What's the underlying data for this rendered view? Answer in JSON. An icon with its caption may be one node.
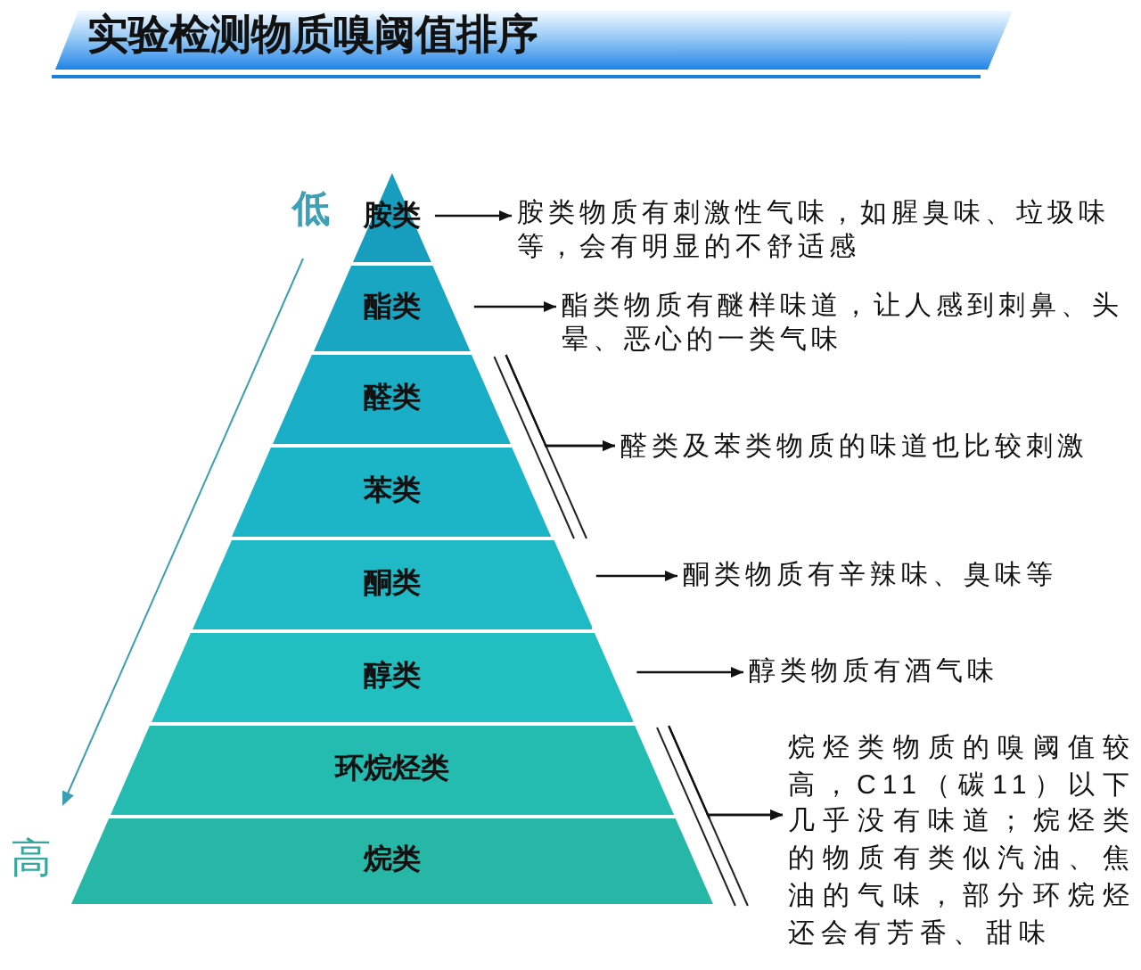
{
  "diagram": {
    "title": "实验检测物质嗅阈值排序",
    "nodes": [
      {
        "text": [
          "胺类"
        ]
      },
      {
        "text": [
          "酯类"
        ]
      },
      {
        "text": [
          "醛类"
        ]
      },
      {
        "text": [
          "苯类"
        ]
      },
      {
        "text": [
          "酮类"
        ]
      },
      {
        "text": [
          "醇类"
        ]
      },
      {
        "text": [
          "环烷烃类"
        ]
      },
      {
        "text": [
          "烷类"
        ]
      },
      {
        "text": [
          "胺类物质有刺激性气味，如腥臭味、垃圾味等，会有明显的不舒适感"
        ]
      },
      {
        "text": [
          "酯类物质有醚样味道，让人感到刺鼻、头晕、恶心的一类气味"
        ]
      },
      {
        "text": [
          "醛类及苯类物质的味道也比较刺激"
        ]
      },
      {
        "text": [
          "酮类物质有辛辣味、臭味等"
        ]
      },
      {
        "text": [
          "醇类物质有酒气味"
        ]
      },
      {
        "text": [
          "烷烃类物质的嗅阈值较高，C11（碳11）以下几乎没有味道；烷烃类的物质有类似汽油、焦油的气味，部分环烷烃还会有芳香、甜味"
        ]
      }
    ],
    "edges": [
      {
        "from": 0,
        "to": 8,
        "arrow": "to"
      },
      {
        "from": 1,
        "to": 9,
        "arrow": "to"
      },
      {
        "from": 2,
        "to": 10,
        "arrow": "to"
      },
      {
        "from": 3,
        "to": 10,
        "arrow": "to"
      },
      {
        "from": 4,
        "to": 11,
        "arrow": "to"
      },
      {
        "from": 5,
        "to": 12,
        "arrow": "to"
      },
      {
        "from": 6,
        "to": 13,
        "arrow": "to"
      },
      {
        "from": 7,
        "to": 13,
        "arrow": "to"
      }
    ],
    "labels": [
      "低",
      "高"
    ]
  }
}
